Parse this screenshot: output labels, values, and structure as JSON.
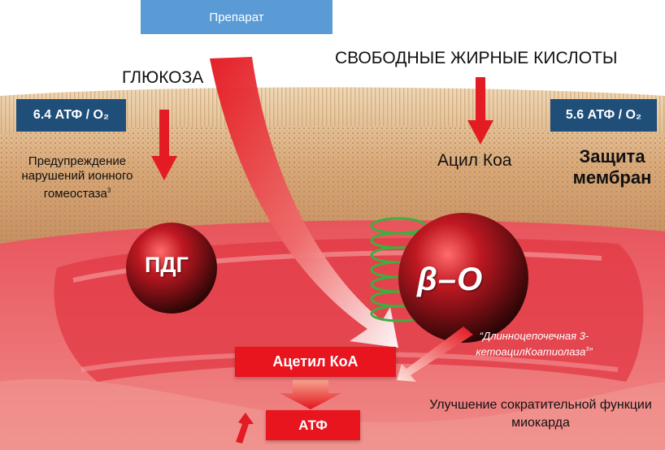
{
  "header": {
    "drug_button_label": "Препарат"
  },
  "labels": {
    "glucose": "ГЛЮКОЗА",
    "free_fatty_acids": "СВОБОДНЫЕ ЖИРНЫЕ КИСЛОТЫ",
    "atp_glucose_ratio": "6.4 АТФ / O₂",
    "atp_ffa_ratio": "5.6 АТФ / O₂",
    "ion_warning": "Предупреждение нарушений ионного гомеостаза",
    "ion_warning_ref": "3",
    "acyl_coa": "Ацил Коа",
    "membrane_protection": "Защита мембран",
    "pdg": "ПДГ",
    "beta_oxidation": "β–О",
    "enzyme": "“Длинноцепочечная 3-кетоацилКоатиолаза",
    "enzyme_ref": "3",
    "enzyme_close": "”",
    "acetyl_coa": "Ацетил КоА",
    "atp": "АТФ",
    "improvement": "Улучшение сократительной функции миокарда"
  },
  "colors": {
    "badge_bg": "#1f4e79",
    "red_box": "#e8141e",
    "drug_button": "#5b9bd5",
    "arrow_red": "#e31b23"
  }
}
